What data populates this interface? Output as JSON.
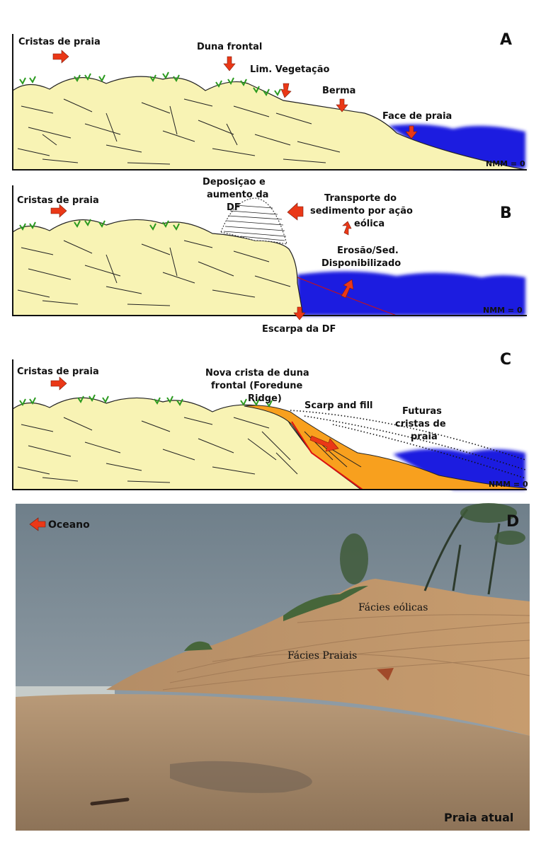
{
  "panel_a": {
    "letter": "A",
    "labels": {
      "beach_ridges": "Cristas de praia",
      "foredune": "Duna frontal",
      "vegetation_limit": "Lim. Vegetação",
      "berm": "Berma",
      "beach_face": "Face de praia",
      "sea_level": "NMM = 0"
    }
  },
  "panel_b": {
    "letter": "B",
    "labels": {
      "beach_ridges": "Cristas de praia",
      "deposition_line1": "Deposiçao e",
      "deposition_line2": "aumento da",
      "deposition_line3": "DF",
      "transport_line1": "Transporte do",
      "transport_line2": "sedimento por ação",
      "transport_line3": "eólica",
      "erosion_line1": "Erosão/Sed.",
      "erosion_line2": "Disponibilizado",
      "scarp": "Escarpa da DF",
      "sea_level": "NMM = 0"
    }
  },
  "panel_c": {
    "letter": "C",
    "labels": {
      "beach_ridges": "Cristas de praia",
      "new_ridge_line1": "Nova crista de duna",
      "new_ridge_line2": "frontal (Foredune",
      "new_ridge_line3": "Ridge)",
      "scarp_fill": "Scarp and fill",
      "future_line1": "Futuras",
      "future_line2": "cristas de",
      "future_line3": "praia",
      "sea_level": "NMM = 0"
    }
  },
  "panel_d": {
    "letter": "D",
    "labels": {
      "ocean": "Oceano",
      "aeolian": "Fácies eólicas",
      "beach_facies": "Fácies  Praiais",
      "current_beach": "Praia atual"
    }
  }
}
